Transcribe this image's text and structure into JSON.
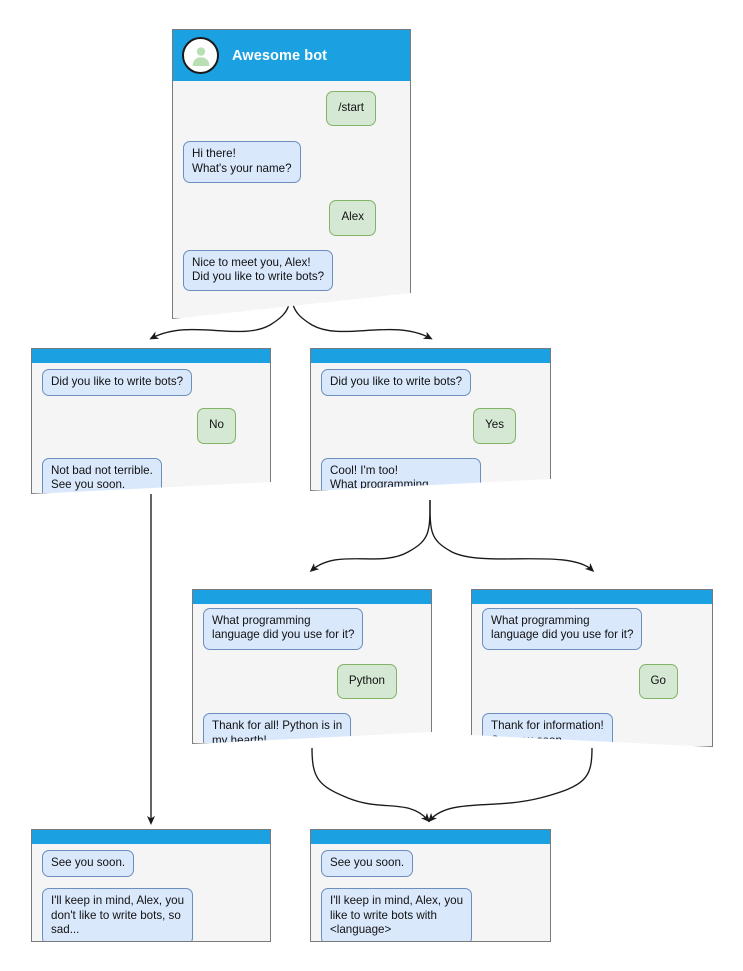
{
  "diagram": {
    "type": "bot-conversation-flow",
    "colors": {
      "header": "#1ba1e2",
      "node_bg": "#f5f5f5",
      "node_border": "#7a7a7a",
      "bot_bubble_bg": "#dae8fc",
      "bot_bubble_border": "#6c8ebf",
      "user_bubble_bg": "#d5e8d4",
      "user_bubble_border": "#82b366",
      "edge": "#1a1a1a",
      "avatar_fill": "#ffffff",
      "avatar_person": "#b9dfb4"
    },
    "avatar_icon": "person-avatar-icon"
  },
  "nodes": {
    "root": {
      "title": "Awesome bot",
      "messages": [
        {
          "from": "user",
          "text": "/start"
        },
        {
          "from": "bot",
          "text": "Hi there!\nWhat's your name?"
        },
        {
          "from": "user",
          "text": "Alex"
        },
        {
          "from": "bot",
          "text": "Nice to meet you, Alex!\nDid you like to write bots?"
        }
      ]
    },
    "no_branch": {
      "messages": [
        {
          "from": "bot",
          "text": "Did you like to write bots?"
        },
        {
          "from": "user",
          "text": "No"
        },
        {
          "from": "bot",
          "text": "Not bad not terrible.\nSee you soon."
        }
      ]
    },
    "yes_branch": {
      "messages": [
        {
          "from": "bot",
          "text": "Did you like to write bots?"
        },
        {
          "from": "user",
          "text": "Yes"
        },
        {
          "from": "bot",
          "text": "Cool! I'm too!\nWhat programming\nlanguage did you use for it?"
        }
      ]
    },
    "python_branch": {
      "messages": [
        {
          "from": "bot",
          "text": "What programming\nlanguage did you use for it?"
        },
        {
          "from": "user",
          "text": "Python"
        },
        {
          "from": "bot",
          "text": "Thank for all! Python is in\nmy hearth!\nSee you soon."
        }
      ]
    },
    "go_branch": {
      "messages": [
        {
          "from": "bot",
          "text": "What programming\nlanguage did you use for it?"
        },
        {
          "from": "user",
          "text": "Go"
        },
        {
          "from": "bot",
          "text": "Thank for information!\nSee you soon."
        }
      ]
    },
    "end_sad": {
      "messages": [
        {
          "from": "bot",
          "text": "See you soon."
        },
        {
          "from": "bot",
          "text": "I'll keep in mind, Alex, you\ndon't like to write bots, so\nsad..."
        }
      ]
    },
    "end_happy": {
      "messages": [
        {
          "from": "bot",
          "text": "See you soon."
        },
        {
          "from": "bot",
          "text": "I'll keep in mind, Alex, you\nlike to write bots with\n<language>"
        }
      ]
    }
  }
}
